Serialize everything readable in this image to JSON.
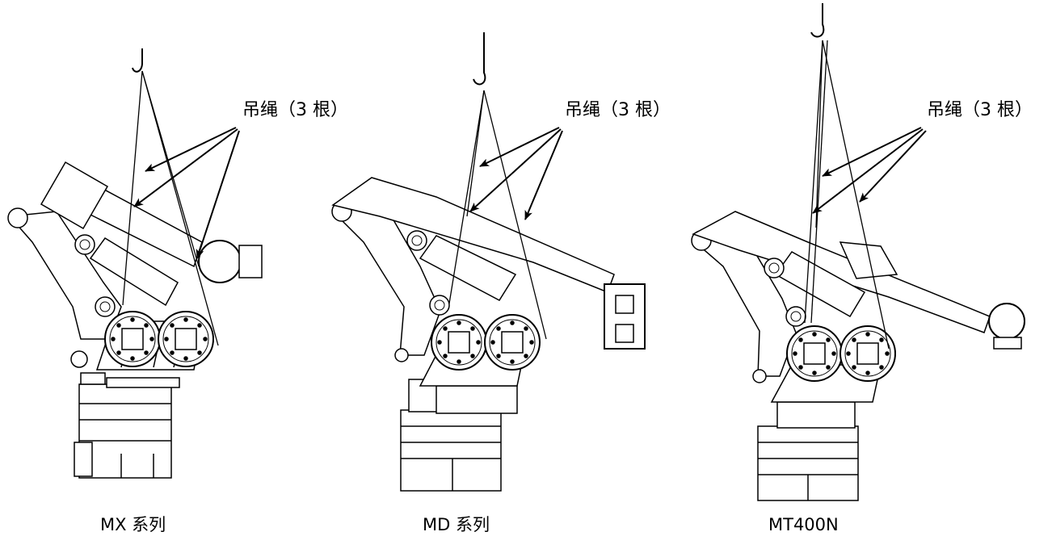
{
  "figures": [
    {
      "id": "mx",
      "caption": "MX 系列",
      "rope_label": "吊绳（3 根）"
    },
    {
      "id": "md",
      "caption": "MD 系列",
      "rope_label": "吊绳（3 根）"
    },
    {
      "id": "mt400n",
      "caption": "MT400N",
      "rope_label": "吊绳（3 根）"
    }
  ]
}
